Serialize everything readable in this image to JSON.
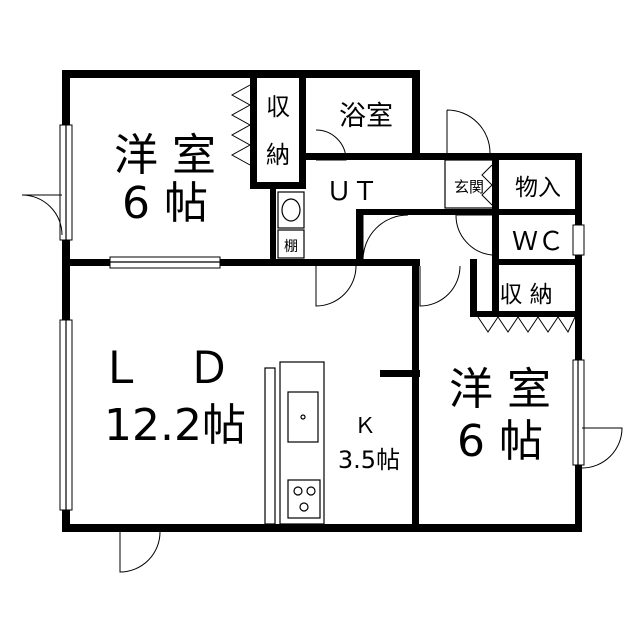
{
  "rooms": {
    "western_room_nw": {
      "name": "洋 室",
      "size": "6 帖"
    },
    "storage_nw": {
      "label_top": "収",
      "label_bottom": "納"
    },
    "bathroom": {
      "label": "浴室"
    },
    "utility": {
      "label": "ＵＴ"
    },
    "shelf": {
      "label": "棚"
    },
    "entrance": {
      "label": "玄関"
    },
    "closet_entry": {
      "label": "物入"
    },
    "toilet": {
      "label": "ＷＣ"
    },
    "storage_se": {
      "label": "収 納"
    },
    "living_dining": {
      "name": "Ｌ　Ｄ",
      "size": "12.2帖"
    },
    "kitchen": {
      "name": "Ｋ",
      "size": "3.5帖"
    },
    "western_room_se": {
      "name": "洋 室",
      "size": "6 帖"
    }
  },
  "colors": {
    "line": "#000000",
    "background": "#ffffff"
  }
}
